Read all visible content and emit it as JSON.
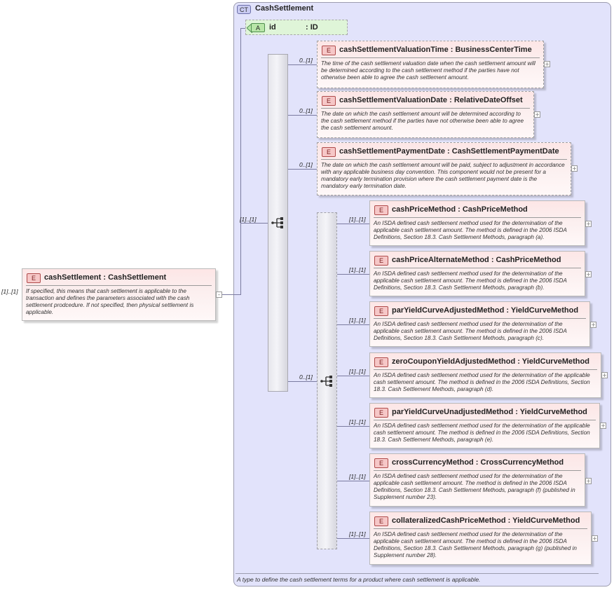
{
  "complex_type": {
    "badge": "CT",
    "name": "CashSettlement",
    "documentation": "A type to define the cash settlement terms for a product where cash settlement is applicable."
  },
  "attribute": {
    "badge": "A",
    "name": "id",
    "type": ": ID"
  },
  "root": {
    "badge": "E",
    "title": "cashSettlement : CashSettlement",
    "cardinality": "[1]..[1]",
    "documentation": "If specified, this means that cash settlement is applicable to the transaction and defines the parameters associated with the cash settlement prodcedure. If not specified, then physical settlement is applicable.",
    "collapse": "–"
  },
  "sequence_outer": {
    "cardinality": "[1]..[1]"
  },
  "sequence_inner": {
    "cardinality": "0..[1]"
  },
  "elements": [
    {
      "badge": "E",
      "title": "cashSettlementValuationTime : BusinessCenterTime",
      "cardinality": "0..[1]",
      "documentation": "The time of the cash settlement valuation date when the cash settlement amount will be determined according to the cash settlement method if the parties have not otherwise been able to agree the cash settlement amount.",
      "expand": "+"
    },
    {
      "badge": "E",
      "title": "cashSettlementValuationDate : RelativeDateOffset",
      "cardinality": "0..[1]",
      "documentation": "The date on which the cash settlement amount will be determined according to the cash settlement method if the parties have not otherwise been able to agree the cash settlement amount.",
      "expand": "+"
    },
    {
      "badge": "E",
      "title": "cashSettlementPaymentDate : CashSettlementPaymentDate",
      "cardinality": "0..[1]",
      "documentation": "The date on which the cash settlement amount will be paid, subject to adjustment in accordance with any applicable business day convention. This component would not be present for a mandatory early termination provision where the cash settlement payment date is the mandatory early termination date.",
      "expand": "+"
    }
  ],
  "methods": [
    {
      "badge": "E",
      "title": "cashPriceMethod : CashPriceMethod",
      "cardinality": "[1]..[1]",
      "documentation": "An ISDA defined cash settlement method used for the determination of the applicable cash settlement amount. The method is defined in the 2006 ISDA Definitions, Section 18.3. Cash Settlement Methods, paragraph (a).",
      "expand": "+"
    },
    {
      "badge": "E",
      "title": "cashPriceAlternateMethod : CashPriceMethod",
      "cardinality": "[1]..[1]",
      "documentation": "An ISDA defined cash settlement method used for the determination of the applicable cash settlement amount. The method is defined in the 2006 ISDA Definitions, Section 18.3. Cash Settlement Methods, paragraph (b).",
      "expand": "+"
    },
    {
      "badge": "E",
      "title": "parYieldCurveAdjustedMethod : YieldCurveMethod",
      "cardinality": "[1]..[1]",
      "documentation": "An ISDA defined cash settlement method used for the determination of the applicable cash settlement amount. The method is defined in the 2006 ISDA Definitions, Section 18.3. Cash Settlement Methods, paragraph (c).",
      "expand": "+"
    },
    {
      "badge": "E",
      "title": "zeroCouponYieldAdjustedMethod : YieldCurveMethod",
      "cardinality": "[1]..[1]",
      "documentation": "An ISDA defined cash settlement method used for the determination of the applicable cash settlement amount. The method is defined in the 2006 ISDA Definitions, Section 18.3. Cash Settlement Methods, paragraph (d).",
      "expand": "+"
    },
    {
      "badge": "E",
      "title": "parYieldCurveUnadjustedMethod : YieldCurveMethod",
      "cardinality": "[1]..[1]",
      "documentation": "An ISDA defined cash settlement method used for the determination of the applicable cash settlement amount. The method is defined in the 2006 ISDA Definitions, Section 18.3. Cash Settlement Methods, paragraph (e).",
      "expand": "+"
    },
    {
      "badge": "E",
      "title": "crossCurrencyMethod : CrossCurrencyMethod",
      "cardinality": "[1]..[1]",
      "documentation": "An ISDA defined cash settlement method used for the determination of the applicable cash settlement amount. The method is defined in the 2006 ISDA Definitions, Section 18.3. Cash Settlement Methods, paragraph (f) (published in Supplement number 23).",
      "expand": "+"
    },
    {
      "badge": "E",
      "title": "collateralizedCashPriceMethod : YieldCurveMethod",
      "cardinality": "[1]..[1]",
      "documentation": "An ISDA defined cash settlement method used for the determination of the applicable cash settlement amount. The method is defined in the 2006 ISDA Definitions, Section 18.3. Cash Settlement Methods, paragraph (g) (published in Supplement number 28).",
      "expand": "+"
    }
  ]
}
